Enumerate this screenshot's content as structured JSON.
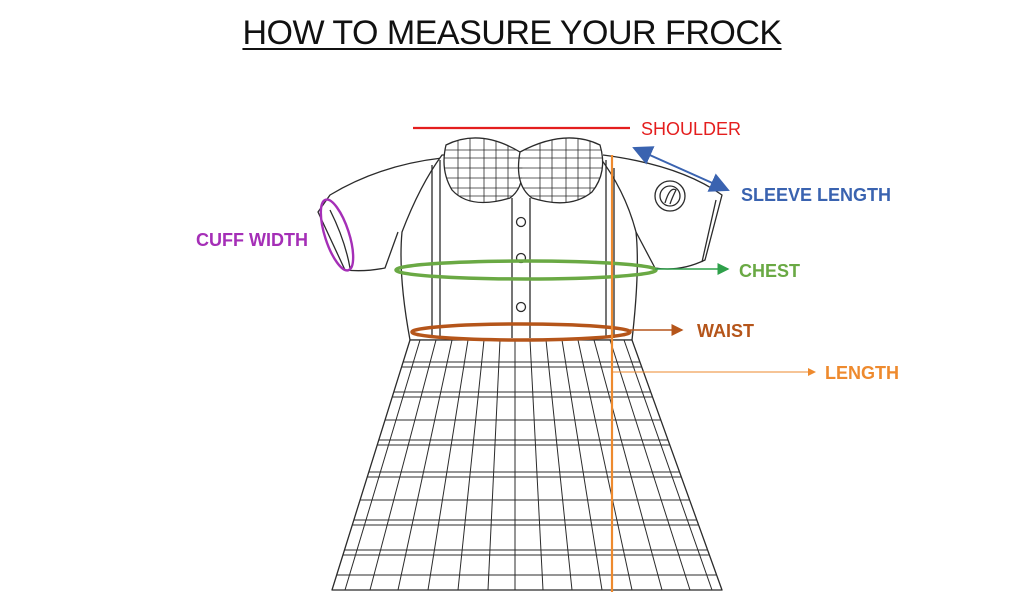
{
  "title": "HOW TO MEASURE YOUR FROCK",
  "labels": {
    "shoulder": "SHOULDER",
    "sleeve_length": "SLEEVE LENGTH",
    "cuff_width": "CUFF WIDTH",
    "chest": "CHEST",
    "waist": "WAIST",
    "length": "LENGTH"
  },
  "colors": {
    "shoulder": "#e41e1e",
    "sleeve_length": "#3a63b0",
    "cuff_width": "#a52fb7",
    "chest": "#6aa944",
    "waist": "#b5551a",
    "length": "#ee8a2e",
    "outline": "#2b2b2b"
  }
}
